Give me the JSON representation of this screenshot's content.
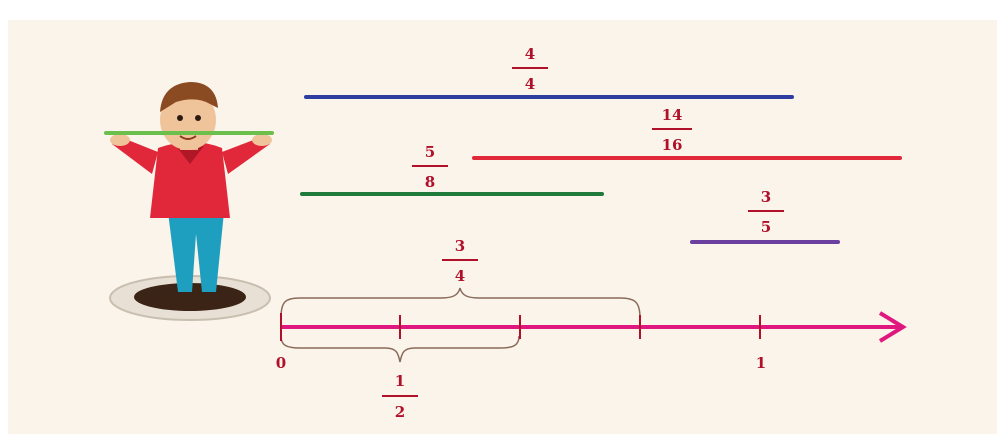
{
  "colors": {
    "background": "#faf4ea",
    "text": "#b0102a",
    "number_line": "#e0177f",
    "bracket": "#8a6a5a",
    "held_strip": "#6cbf4a",
    "strip_4_4": "#2e3ea0",
    "strip_14_16": "#e0283a",
    "strip_5_8": "#1f7a3c",
    "strip_3_5": "#6a3fa0"
  },
  "strips": {
    "s4_4": {
      "numerator": "4",
      "denominator": "4"
    },
    "s14_16": {
      "numerator": "14",
      "denominator": "16"
    },
    "s5_8": {
      "numerator": "5",
      "denominator": "8"
    },
    "s3_5": {
      "numerator": "3",
      "denominator": "5"
    }
  },
  "number_line": {
    "start_label": "0",
    "end_label": "1",
    "brace_top": {
      "numerator": "3",
      "denominator": "4"
    },
    "brace_bottom": {
      "numerator": "1",
      "denominator": "2"
    }
  }
}
